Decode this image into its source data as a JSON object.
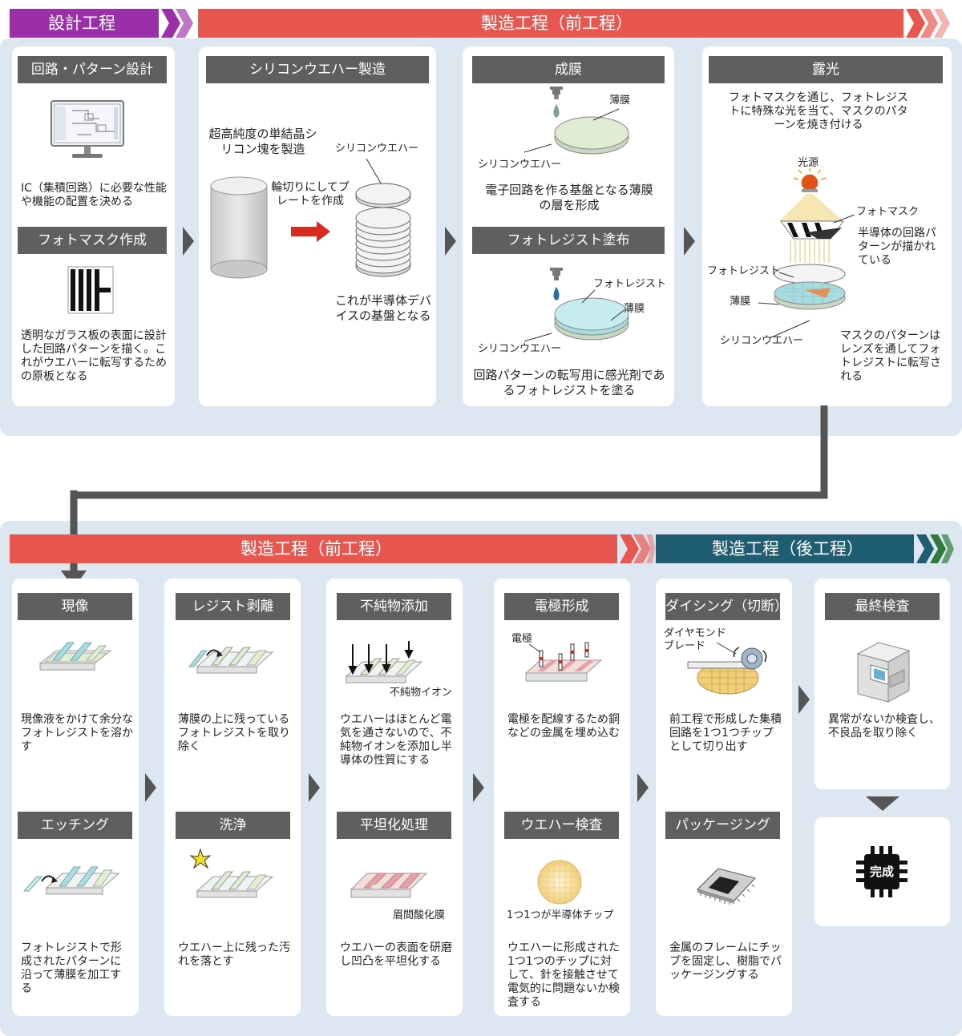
{
  "colors": {
    "design": "#9b2fa8",
    "front": "#e8574f",
    "back": "#1f5e72",
    "header": "#5f5f5f",
    "band": "#dde7f2"
  },
  "bars": {
    "design": "設計工程",
    "front_top": "製造工程（前工程）",
    "front_bottom": "製造工程（前工程）",
    "back": "製造工程（後工程）"
  },
  "design": {
    "circuit": {
      "title": "回路・パターン設計",
      "desc": "IC（集積回路）に必要な性能や機能の配置を決める",
      "icon": "monitor-icon"
    },
    "photomask": {
      "title": "フォトマスク作成",
      "desc": "透明なガラス板の表面に設計した回路パターンを描く。これがウエハーに転写するための原板となる",
      "icon": "photomask-icon"
    }
  },
  "wafer": {
    "title": "シリコンウエハー製造",
    "ingot_text": "超高純度の単結晶シリコン塊を製造",
    "slice_text": "輪切りにしてプレートを作成",
    "wafer_label": "シリコンウエハー",
    "desc": "これが半導体デバイスの基盤となる"
  },
  "film": {
    "title": "成膜",
    "label_film": "薄膜",
    "label_wafer": "シリコンウエハー",
    "desc": "電子回路を作る基盤となる薄膜の層を形成"
  },
  "resist": {
    "title": "フォトレジスト塗布",
    "label_resist": "フォトレジスト",
    "label_film": "薄膜",
    "label_wafer": "シリコンウエハー",
    "desc": "回路パターンの転写用に感光剤であるフォトレジストを塗る"
  },
  "exposure": {
    "title": "露光",
    "intro": "フォトマスクを通じ、フォトレジストに特殊な光を当て、マスクのパターンを焼き付ける",
    "label_light": "光源",
    "label_mask": "フォトマスク",
    "label_pattern": "半導体の回路パターンが描かれている",
    "label_resist": "フォトレジスト",
    "label_film": "薄膜",
    "label_wafer": "シリコンウエハー",
    "desc": "マスクのパターンはレンズを通してフォトレジストに転写される"
  },
  "steps": {
    "develop": {
      "title": "現像",
      "desc": "現像液をかけて余分なフォトレジストを溶かす"
    },
    "etching": {
      "title": "エッチング",
      "desc": "フォトレジストで形成されたパターンに沿って薄膜を加工する"
    },
    "strip": {
      "title": "レジスト剥離",
      "desc": "薄膜の上に残っているフォトレジストを取り除く"
    },
    "clean": {
      "title": "洗浄",
      "desc": "ウエハー上に残った汚れを落とす"
    },
    "doping": {
      "title": "不純物添加",
      "label": "不純物イオン",
      "desc": "ウエハーはほとんど電気を通さないので、不純物イオンを添加し半導体の性質にする"
    },
    "planarize": {
      "title": "平坦化処理",
      "label": "眉間酸化膜",
      "desc": "ウエハーの表面を研磨し凹凸を平坦化する"
    },
    "electrode": {
      "title": "電極形成",
      "label": "電極",
      "desc": "電極を配線するため銅などの金属を埋め込む"
    },
    "inspect": {
      "title": "ウエハー検査",
      "label": "1つ1つが半導体チップ",
      "desc": "ウエハーに形成された1つ1つのチップに対して、針を接触させて電気的に問題ないか検査する"
    },
    "dicing": {
      "title": "ダイシング（切断）",
      "label": "ダイヤモンドブレード",
      "desc": "前工程で形成した集積回路を1つ1つチップとして切り出す"
    },
    "package": {
      "title": "パッケージング",
      "desc": "金属のフレームにチップを固定し、樹脂でパッケージングする"
    },
    "final": {
      "title": "最終検査",
      "desc": "異常がないか検査し、不良品を取り除く"
    },
    "complete": {
      "label": "完成",
      "icon": "chip-icon"
    }
  }
}
